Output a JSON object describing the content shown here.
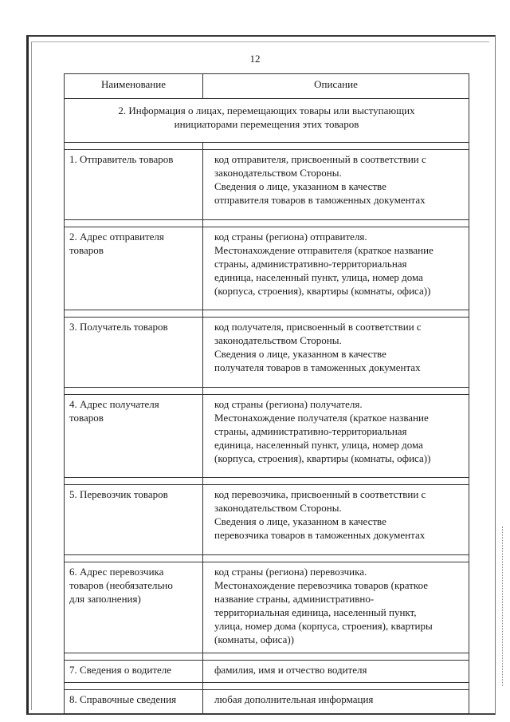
{
  "page_number": "12",
  "table": {
    "headers": [
      "Наименование",
      "Описание"
    ],
    "section_title_lines": [
      "2. Информация о лицах, перемещающих товары или выступающих",
      "инициаторами перемещения этих товаров"
    ],
    "rows": [
      {
        "name_lines": [
          "1. Отправитель товаров"
        ],
        "desc_lines": [
          "код отправителя, присвоенный в соответствии с",
          "законодательством Стороны.",
          "Сведения о лице, указанном в качестве",
          "отправителя товаров в таможенных документах"
        ]
      },
      {
        "name_lines": [
          "2. Адрес отправителя",
          "товаров"
        ],
        "desc_lines": [
          "код страны (региона) отправителя.",
          "Местонахождение отправителя (краткое название",
          "страны, административно-территориальная",
          "единица, населенный пункт, улица, номер дома",
          "(корпуса, строения), квартиры (комнаты, офиса))"
        ]
      },
      {
        "name_lines": [
          "3. Получатель товаров"
        ],
        "desc_lines": [
          "код получателя, присвоенный в соответствии с",
          "законодательством Стороны.",
          "Сведения о лице, указанном в качестве",
          "получателя товаров в таможенных документах"
        ]
      },
      {
        "name_lines": [
          "4. Адрес получателя",
          "товаров"
        ],
        "desc_lines": [
          "код страны (региона) получателя.",
          "Местонахождение получателя (краткое название",
          "страны, административно-территориальная",
          "единица, населенный пункт, улица, номер дома",
          "(корпуса, строения), квартиры (комнаты, офиса))"
        ]
      },
      {
        "name_lines": [
          "5. Перевозчик товаров"
        ],
        "desc_lines": [
          "код перевозчика, присвоенный в соответствии с",
          "законодательством Стороны.",
          "Сведения о лице, указанном в качестве",
          "перевозчика товаров в таможенных документах"
        ]
      },
      {
        "name_lines": [
          "6. Адрес перевозчика",
          "товаров (необязательно",
          "для заполнения)"
        ],
        "desc_lines": [
          "код страны (региона) перевозчика.",
          "Местонахождение перевозчика товаров (краткое",
          "название страны, административно-",
          "территориальная единица, населенный пункт,",
          "улица, номер дома (корпуса, строения), квартиры",
          "(комнаты, офиса))"
        ]
      },
      {
        "name_lines": [
          "7. Сведения о водителе"
        ],
        "desc_lines": [
          "фамилия, имя и отчество водителя"
        ]
      },
      {
        "name_lines": [
          "8. Справочные сведения"
        ],
        "desc_lines": [
          "любая дополнительная информация"
        ]
      }
    ]
  }
}
